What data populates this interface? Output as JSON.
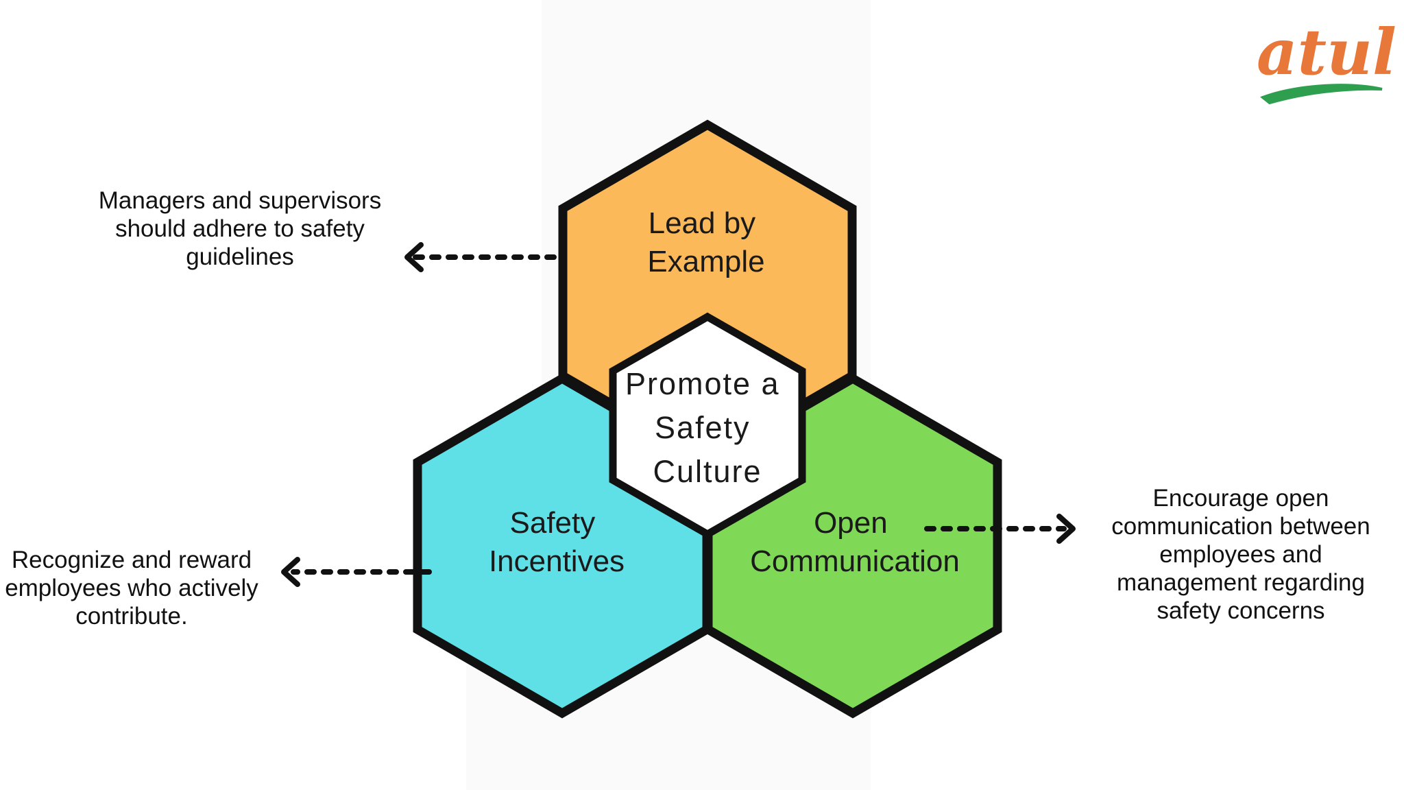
{
  "logo": {
    "text": "atul",
    "text_color": "#e8773a",
    "swoosh_color": "#2e9e4f"
  },
  "colors": {
    "lead_hex": "#fbb95a",
    "incentives_hex": "#5fe0e6",
    "communication_hex": "#7fd957",
    "center_hex": "#ffffff",
    "outline": "#111111",
    "background_band": "#fafafa"
  },
  "hexagons": {
    "center": {
      "lines": [
        "Promote a",
        "Safety",
        "Culture"
      ]
    },
    "lead": {
      "lines": [
        "Lead by",
        "Example"
      ]
    },
    "incentives": {
      "lines": [
        "Safety",
        "Incentives"
      ]
    },
    "communication": {
      "lines": [
        "Open",
        "Communication"
      ]
    }
  },
  "annotations": {
    "lead": {
      "lines": [
        "Managers and supervisors",
        "should adhere to safety",
        "guidelines"
      ]
    },
    "incentives": {
      "lines": [
        "Recognize and reward",
        "employees who actively",
        "contribute."
      ]
    },
    "communication": {
      "lines": [
        "Encourage open",
        "communication between",
        "employees and",
        "management regarding",
        "safety concerns"
      ]
    }
  }
}
